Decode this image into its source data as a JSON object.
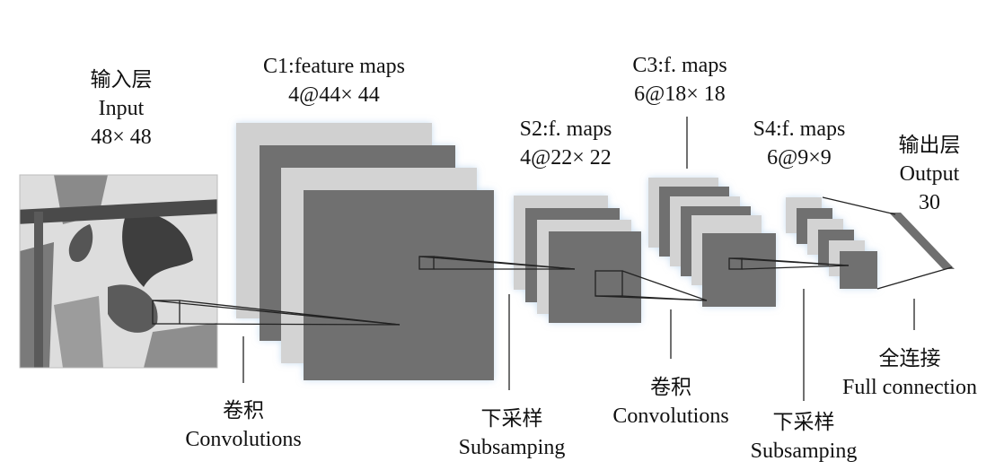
{
  "input_layer": {
    "title_cn": "输入层",
    "title_en": "Input",
    "size": "48× 48"
  },
  "c1": {
    "title": "C1:feature maps",
    "size": "4@44× 44"
  },
  "s2": {
    "title": "S2:f. maps",
    "size": "4@22× 22"
  },
  "c3": {
    "title": "C3:f. maps",
    "size": "6@18× 18"
  },
  "s4": {
    "title": "S4:f. maps",
    "size": "6@9×9"
  },
  "output_layer": {
    "title_cn": "输出层",
    "title_en": "Output",
    "size": "30"
  },
  "ops": {
    "conv1": {
      "cn": "卷积",
      "en": "Convolutions"
    },
    "sub1": {
      "cn": "下采样",
      "en": "Subsamping"
    },
    "conv2": {
      "cn": "卷积",
      "en": "Convolutions"
    },
    "sub2": {
      "cn": "下采样",
      "en": "Subsamping"
    },
    "fc": {
      "cn": "全连接",
      "en": "Full connection"
    }
  },
  "colors": {
    "map_light": "#d0d0d0",
    "map_dark": "#6f6f6f",
    "line": "#222222"
  }
}
